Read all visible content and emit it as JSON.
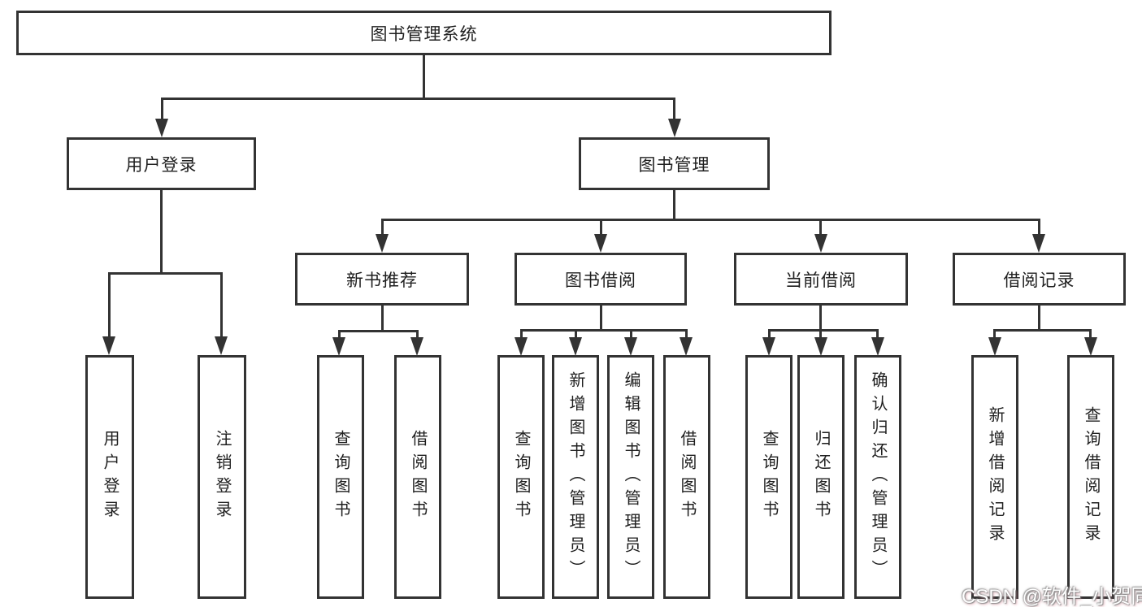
{
  "nodes": {
    "root": "图书管理系统",
    "userLogin": "用户登录",
    "bookMgmt": "图书管理",
    "newBookRec": "新书推荐",
    "bookBorrow": "图书借阅",
    "currentBorrow": "当前借阅",
    "borrowRecords": "借阅记录",
    "leafUserLogin": "用户登录",
    "leafLogout": "注销登录",
    "nbQueryBook": "查询图书",
    "nbBorrowBook": "借阅图书",
    "bbQueryBook": "查询图书",
    "bbAddBook": "新增图书（管理员）",
    "bbEditBook": "编辑图书（管理员）",
    "bbBorrowBook": "借阅图书",
    "cbQueryBook": "查询图书",
    "cbReturnBook": "归还图书",
    "cbConfirmReturn": "确认归还（管理员）",
    "brAddRecord": "新增借阅记录",
    "brQueryRecord": "查询借阅记录"
  },
  "watermark": "CSDN @软件_小贺同学",
  "colors": {
    "line": "#333333",
    "text": "#1f1f1f",
    "background": "#ffffff"
  }
}
